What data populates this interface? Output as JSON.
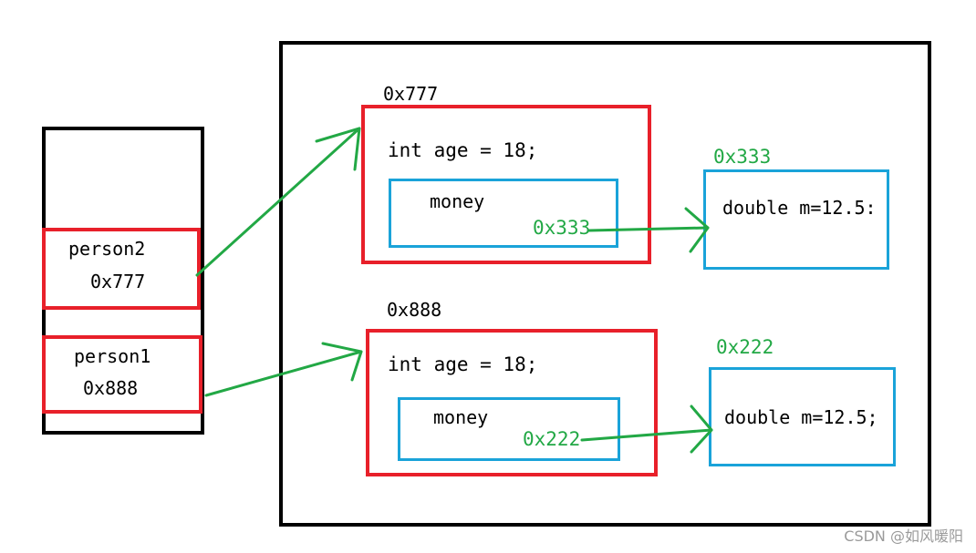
{
  "stack": {
    "person2": {
      "name": "person2",
      "value": "0x777"
    },
    "person1": {
      "name": "person1",
      "value": "0x888"
    }
  },
  "heap": {
    "object1": {
      "address": "0x777",
      "field_age": "int age = 18;",
      "field_money": {
        "name": "money",
        "value": "0x333"
      },
      "money_object": {
        "address": "0x333",
        "content": "double m=12.5:"
      }
    },
    "object2": {
      "address": "0x888",
      "field_age": "int age = 18;",
      "field_money": {
        "name": "money",
        "value": "0x222"
      },
      "money_object": {
        "address": "0x222",
        "content": "double m=12.5;"
      }
    }
  },
  "watermark": "CSDN @如风暖阳",
  "colors": {
    "frame": "#000000",
    "object_border": "#e8202a",
    "field_border": "#1aa3d9",
    "arrow": "#22a845"
  }
}
